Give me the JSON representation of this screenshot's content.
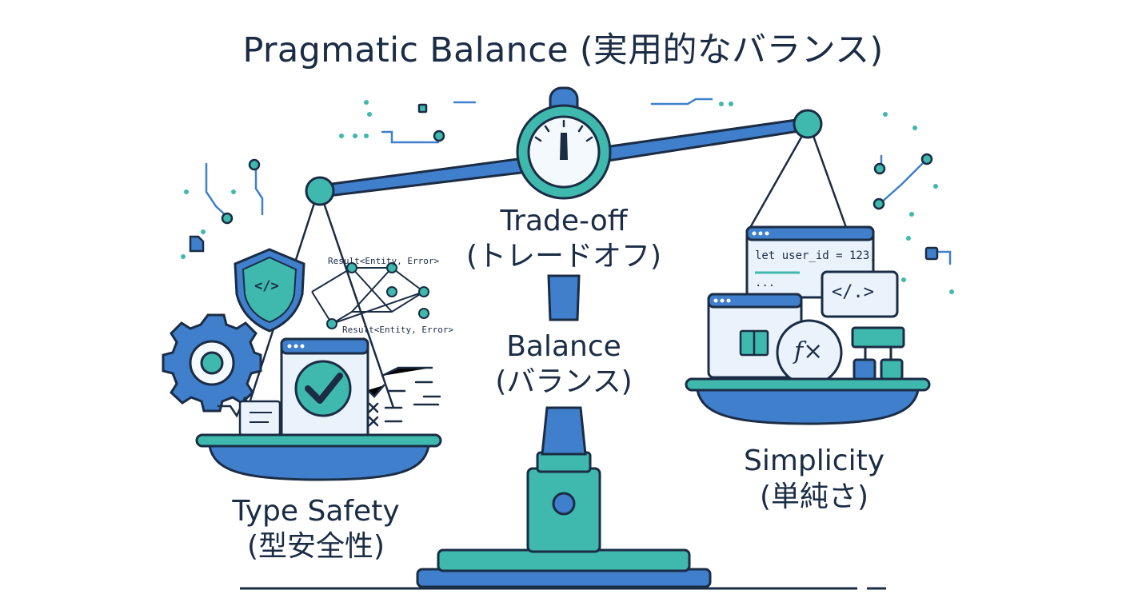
{
  "title": "Pragmatic Balance (実用的なバランス)",
  "center": {
    "tradeoff_en": "Trade-off",
    "tradeoff_ja": "(トレードオフ)",
    "balance_en": "Balance",
    "balance_ja": "(バランス)"
  },
  "left": {
    "label_en": "Type Safety",
    "label_ja": "(型安全性)",
    "code_1": "Result<Entity, Error>",
    "code_2": "Result<Entity, Error>",
    "shield_code": "</>"
  },
  "right": {
    "label_en": "Simplicity",
    "label_ja": "(単純さ)",
    "code_line": "let user_id = 123;",
    "code_more": "...",
    "tag_code": "</.>",
    "fx_symbol": "f×",
    "bracket_symbol": "[▥]"
  },
  "colors": {
    "navy": "#1b2c45",
    "blue": "#3f7fcb",
    "teal": "#3fb8ad",
    "light": "#eaf3fb"
  }
}
